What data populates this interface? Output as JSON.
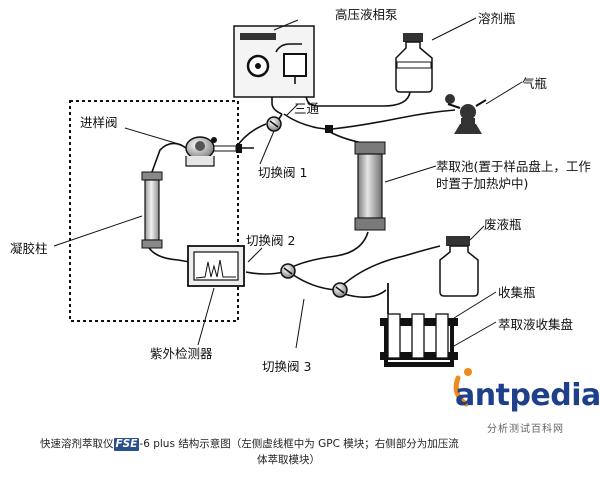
{
  "labels": {
    "hplc_pump": "高压液相泵",
    "solvent_bottle": "溶剂瓶",
    "gas_bottle": "气瓶",
    "tee": "三通",
    "injection_valve": "进样阀",
    "switch_valve_1": "切换阀 1",
    "extraction_cell": "萃取池(置于样品盘上，工作时置于加热炉中)",
    "gel_column": "凝胶柱",
    "waste_bottle": "废液瓶",
    "switch_valve_2": "切换阀 2",
    "collection_bottle": "收集瓶",
    "extract_tray": "萃取液收集盘",
    "uv_detector": "紫外检测器",
    "switch_valve_3": "切换阀 3"
  },
  "caption": {
    "prefix": "快速溶剂萃取仪",
    "brand": "FSE",
    "suffix": "-6 plus 结构示意图（左侧虚线框中为 GPC 模块；右侧部分为加压流",
    "line2": "体萃取模块）"
  },
  "logo": {
    "word": "antpedia",
    "subtitle": "分析测试百科网"
  },
  "colors": {
    "line": "#111111",
    "device_fill": "#d9d9d9",
    "logo_blue": "#1e3f8a",
    "logo_orange": "#f08a1c",
    "brand_bg": "#2a4f8f"
  }
}
